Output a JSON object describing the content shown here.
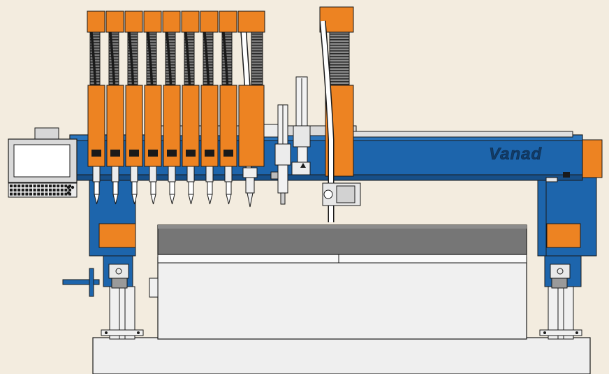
{
  "brand": {
    "logo_text": "Vanad"
  },
  "colors": {
    "background": "#f3ecdf",
    "machine_blue": "#1d65ac",
    "torch_orange": "#ed8322",
    "table_grey": "#767676",
    "outline": "#1a1a1a",
    "light_fill": "#ececec"
  },
  "components": {
    "gas_torch_count": 8,
    "plasma_torch_count": 1,
    "drill_head_count": 1,
    "bevel_head_count": 1
  }
}
